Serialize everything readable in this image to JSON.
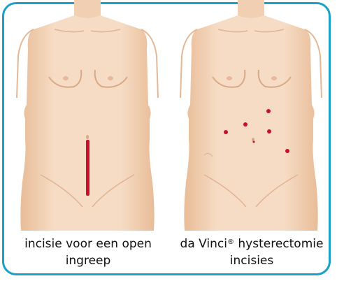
{
  "colors": {
    "border": "#1aa0c9",
    "skin": "#f3d2b6",
    "skin_shade": "#e3b896",
    "incision": "#c8102e",
    "port": "#c8102e"
  },
  "left_figure": {
    "caption": "incisie voor een open ingreep"
  },
  "right_figure": {
    "caption_pre": "da Vinci",
    "caption_sup": "®",
    "caption_post": " hysterectomie incisies"
  }
}
